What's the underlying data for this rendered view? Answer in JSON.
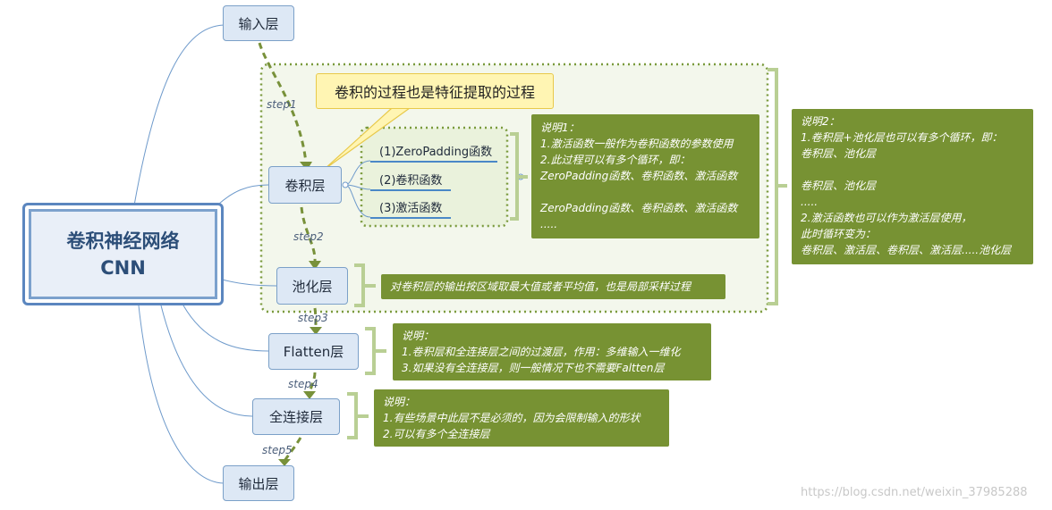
{
  "root": {
    "line1": "卷积神经网络",
    "line2": "CNN"
  },
  "nodes": {
    "input": "输入层",
    "conv": "卷积层",
    "pool": "池化层",
    "flatten": "Flatten层",
    "fc": "全连接层",
    "output": "输出层"
  },
  "conv_children": [
    "(1)ZeroPadding函数",
    "(2)卷积函数",
    "(3)激活函数"
  ],
  "callout": "卷积的过程也是特征提取的过程",
  "steps": [
    "step1",
    "step2",
    "step3",
    "step4",
    "step5"
  ],
  "notes": {
    "note1": [
      "说明1：",
      "1.激活函数一般作为卷积函数的参数使用",
      "2.此过程可以有多个循环，即：",
      "ZeroPadding函数、卷积函数、激活函数",
      "",
      "ZeroPadding函数、卷积函数、激活函数",
      "....."
    ],
    "note2": [
      "说明2：",
      "1.卷积层+池化层也可以有多个循环，即：",
      "卷积层、池化层",
      "",
      "卷积层、池化层",
      ".....",
      "2.激活函数也可以作为激活层使用，",
      "此时循环变为：",
      "卷积层、激活层、卷积层、激活层.....池化层"
    ],
    "pool": [
      "对卷积层的输出按区域取最大值或者平均值，也是局部采样过程"
    ],
    "flatten": [
      "说明：",
      "1.卷积层和全连接层之间的过渡层，作用：多维输入一维化",
      "3.如果没有全连接层，则一般情况下也不需要Faltten层"
    ],
    "fc": [
      "说明：",
      "1.有些场景中此层不是必须的，因为会限制输入的形状",
      "2.可以有多个全连接层"
    ]
  },
  "watermark": "https://blog.csdn.net/weixin_37985288",
  "colors": {
    "node_fill": "#dde8f5",
    "node_border": "#7ba0c8",
    "note_fill": "#779233",
    "group_border": "#7a9a3c",
    "callout_fill": "#fff5b3"
  }
}
